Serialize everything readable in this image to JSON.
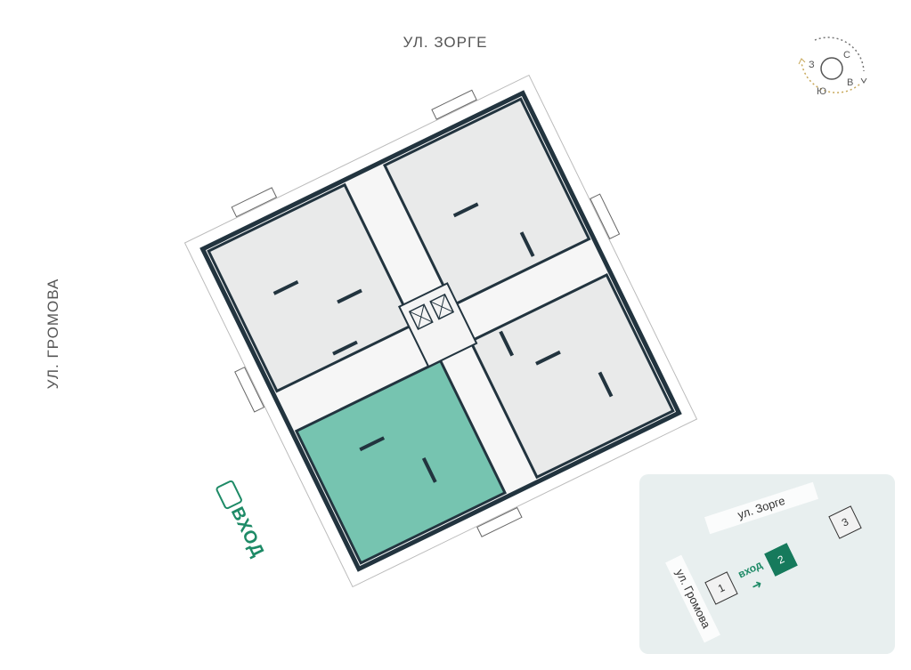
{
  "streets": {
    "top": "УЛ. ЗОРГЕ",
    "left": "УЛ. ГРОМОВА"
  },
  "compass": {
    "north": "С",
    "east": "В",
    "south": "Ю",
    "west": "З"
  },
  "entrance": {
    "label": "ВХОД",
    "icon": "door-entry-icon"
  },
  "minimap": {
    "street_top": "ул. Зорге",
    "street_left": "ул. Громова",
    "entrance": "вход",
    "buildings": [
      "1",
      "2",
      "3"
    ],
    "active_building": "2"
  },
  "colors": {
    "highlight": "#76c4b0",
    "accent": "#1d8a66",
    "wall": "#22343f",
    "room": "#e9eaea"
  }
}
